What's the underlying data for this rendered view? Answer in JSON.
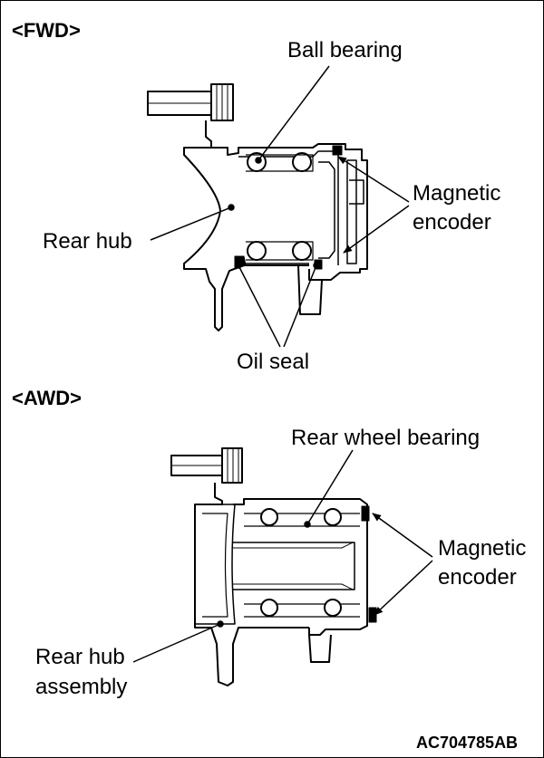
{
  "sections": {
    "fwd": {
      "title": "<FWD>",
      "labels": {
        "ball_bearing": "Ball bearing",
        "magnetic_encoder_line1": "Magnetic",
        "magnetic_encoder_line2": "encoder",
        "rear_hub": "Rear hub",
        "oil_seal": "Oil seal"
      }
    },
    "awd": {
      "title": "<AWD>",
      "labels": {
        "rear_wheel_bearing": "Rear wheel bearing",
        "magnetic_encoder_line1": "Magnetic",
        "magnetic_encoder_line2": "encoder",
        "rear_hub_assembly_line1": "Rear hub",
        "rear_hub_assembly_line2": "assembly"
      }
    }
  },
  "figure_code": "AC704785AB"
}
